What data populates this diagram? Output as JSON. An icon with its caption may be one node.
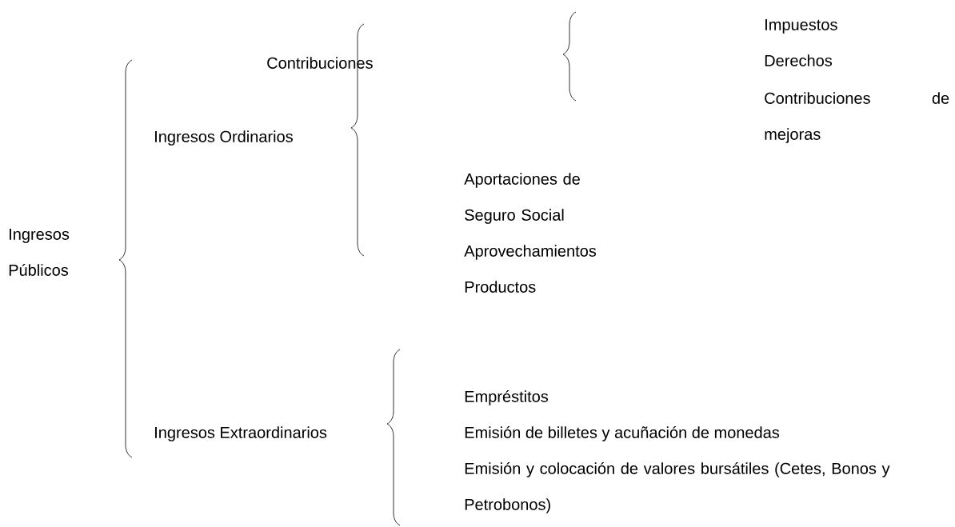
{
  "diagram": {
    "labels": [
      "Ingresos Públicos",
      "Ingresos Ordinarios",
      "Contribuciones",
      "Impuestos",
      "Derechos",
      "Contribuciones de mejoras",
      "Aportaciones de Seguro Social",
      "Aprovechamientos",
      "Productos",
      "Ingresos Extraordinarios",
      "Empréstitos",
      "Emisión de billetes y acuñación de monedas",
      "Emisión y colocación de valores bursátiles (Cetes, Bonos y Petrobonos)"
    ]
  }
}
